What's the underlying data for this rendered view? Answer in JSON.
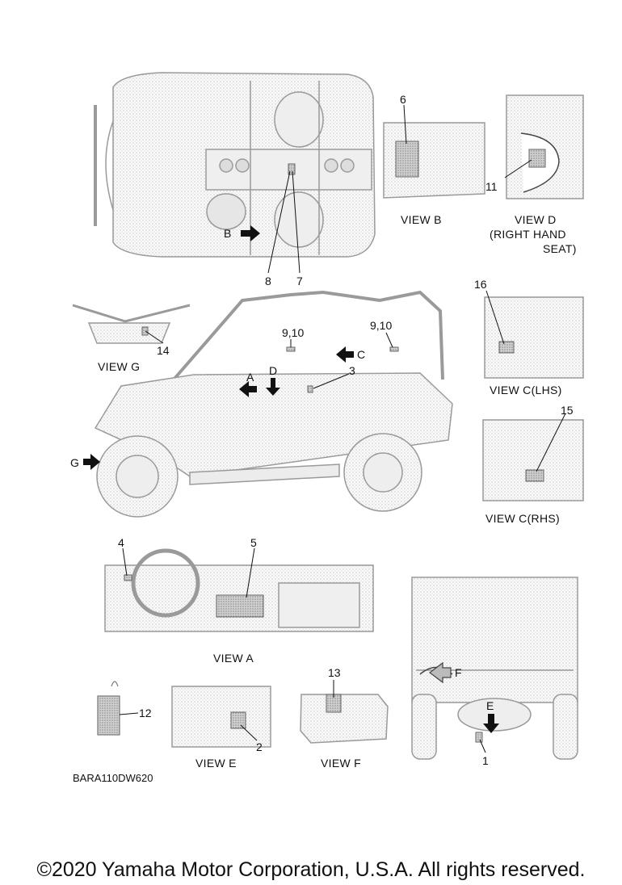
{
  "views": {
    "b": "VIEW B",
    "d_line1": "VIEW D",
    "d_line2": "(RIGHT HAND",
    "d_line3": "SEAT)",
    "g": "VIEW G",
    "c_lhs": "VIEW C(LHS)",
    "c_rhs": "VIEW C(RHS)",
    "a": "VIEW A",
    "e": "VIEW E",
    "f": "VIEW F"
  },
  "callouts": {
    "n1": "1",
    "n2": "2",
    "n3": "3",
    "n4": "4",
    "n5": "5",
    "n6": "6",
    "n7": "7",
    "n8": "8",
    "n9_10_front": "9,10",
    "n9_10_rear": "9,10",
    "n11": "11",
    "n12": "12",
    "n13": "13",
    "n14": "14",
    "n15": "15",
    "n16": "16"
  },
  "arrows": {
    "a": "A",
    "b": "B",
    "c": "C",
    "d": "D",
    "e": "E",
    "f": "F",
    "g": "G"
  },
  "diagram_code": "BARA110DW620",
  "copyright": "©2020 Yamaha Motor Corporation, U.S.A. All rights reserved."
}
